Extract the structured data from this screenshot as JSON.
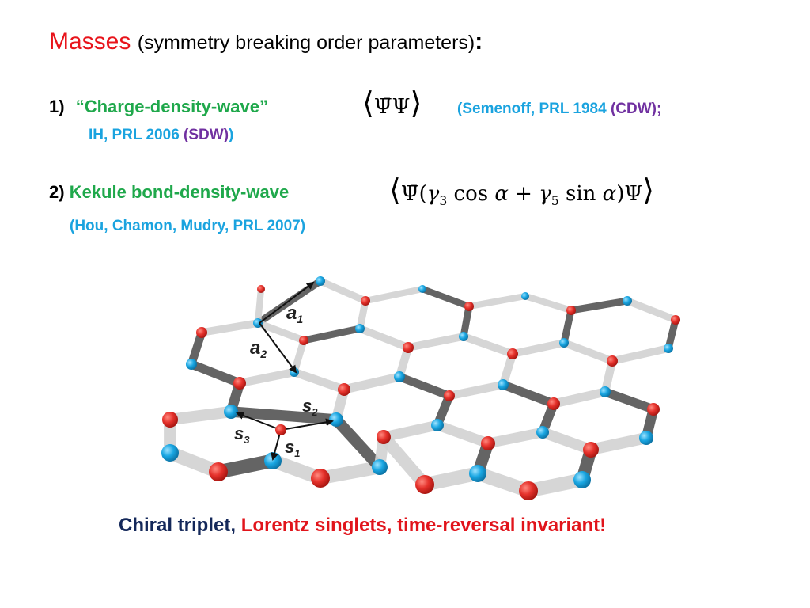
{
  "title": {
    "main": "Masses",
    "paren": "(symmetry breaking order parameters)",
    "colon": ":"
  },
  "item1": {
    "num": "1)",
    "label": "“Charge-density-wave”",
    "formula": "⟨Ψ̄ Ψ⟩",
    "ref_line1_a": "(Semenoff,  PRL 1984 ",
    "ref_line1_b": "(CDW);",
    "ref_line2_a": "IH,  PRL 2006 ",
    "ref_line2_b": "(SDW)",
    "ref_line2_c": ")"
  },
  "item2": {
    "num": "2)",
    "label": "Kekule bond-density-wave",
    "formula": "⟨Ψ̄(γ3 cos α + γ5 sin α)Ψ⟩",
    "ref": "(Hou, Chamon, Mudry, PRL 2007)"
  },
  "lattice": {
    "labels": {
      "a1": "a",
      "a1_sub": "1",
      "a2": "a",
      "a2_sub": "2",
      "s1": "s",
      "s1_sub": "1",
      "s2": "s",
      "s2_sub": "2",
      "s3": "s",
      "s3_sub": "3"
    },
    "colors": {
      "red_atom": "#e5312b",
      "blue_atom": "#19a6e2",
      "bond_dark": "#4a4a4a",
      "bond_light": "#d2d2d2"
    }
  },
  "footer": {
    "part1": "Chiral triplet, ",
    "part2": "Lorentz singlets, time-reversal invariant!"
  }
}
